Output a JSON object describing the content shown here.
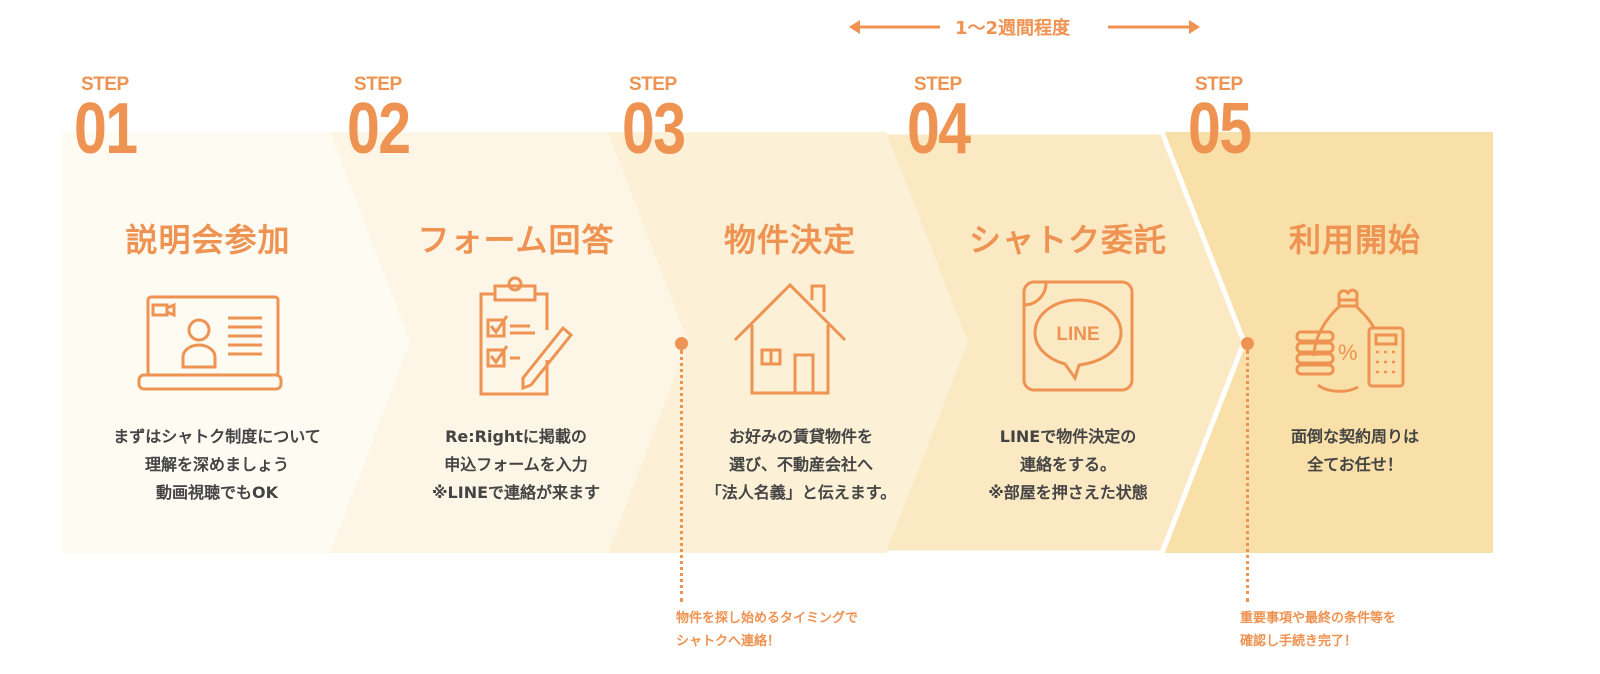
{
  "period": {
    "label": "1〜2週間程度"
  },
  "colors": {
    "accent": "#ee9352",
    "band1": "#fefbf3",
    "band2": "#fdf6e6",
    "band3": "#fcf0d6",
    "band4": "#fbe9c3",
    "band5": "#f9e0a8"
  },
  "steps": [
    {
      "step": "STEP",
      "num": "01",
      "title": "説明会参加",
      "icon": "video-call-laptop-icon",
      "desc": [
        "まずはシャトク制度について",
        "理解を深めましょう",
        "動画視聴でもOK"
      ]
    },
    {
      "step": "STEP",
      "num": "02",
      "title": "フォーム回答",
      "icon": "clipboard-checklist-icon",
      "desc": [
        "Re:Rightに掲載の",
        "申込フォームを入力",
        "※LINEで連絡が来ます"
      ]
    },
    {
      "step": "STEP",
      "num": "03",
      "title": "物件決定",
      "icon": "house-icon",
      "desc": [
        "お好みの賃貸物件を",
        "選び、不動産会社へ",
        "「法人名義」と伝えます。"
      ]
    },
    {
      "step": "STEP",
      "num": "04",
      "title": "シャトク委託",
      "icon": "line-app-icon",
      "line_text": "LINE",
      "desc": [
        "LINEで物件決定の",
        "連絡をする。",
        "※部屋を押さえた状態"
      ]
    },
    {
      "step": "STEP",
      "num": "05",
      "title": "利用開始",
      "icon": "money-bag-calculator-icon",
      "desc": [
        "面倒な契約周りは",
        "全てお任せ！"
      ]
    }
  ],
  "notes": [
    {
      "lines": [
        "物件を探し始めるタイミングで",
        "シャトクへ連絡！"
      ]
    },
    {
      "lines": [
        "重要事項や最終の条件等を",
        "確認し手続き完了！"
      ]
    }
  ]
}
